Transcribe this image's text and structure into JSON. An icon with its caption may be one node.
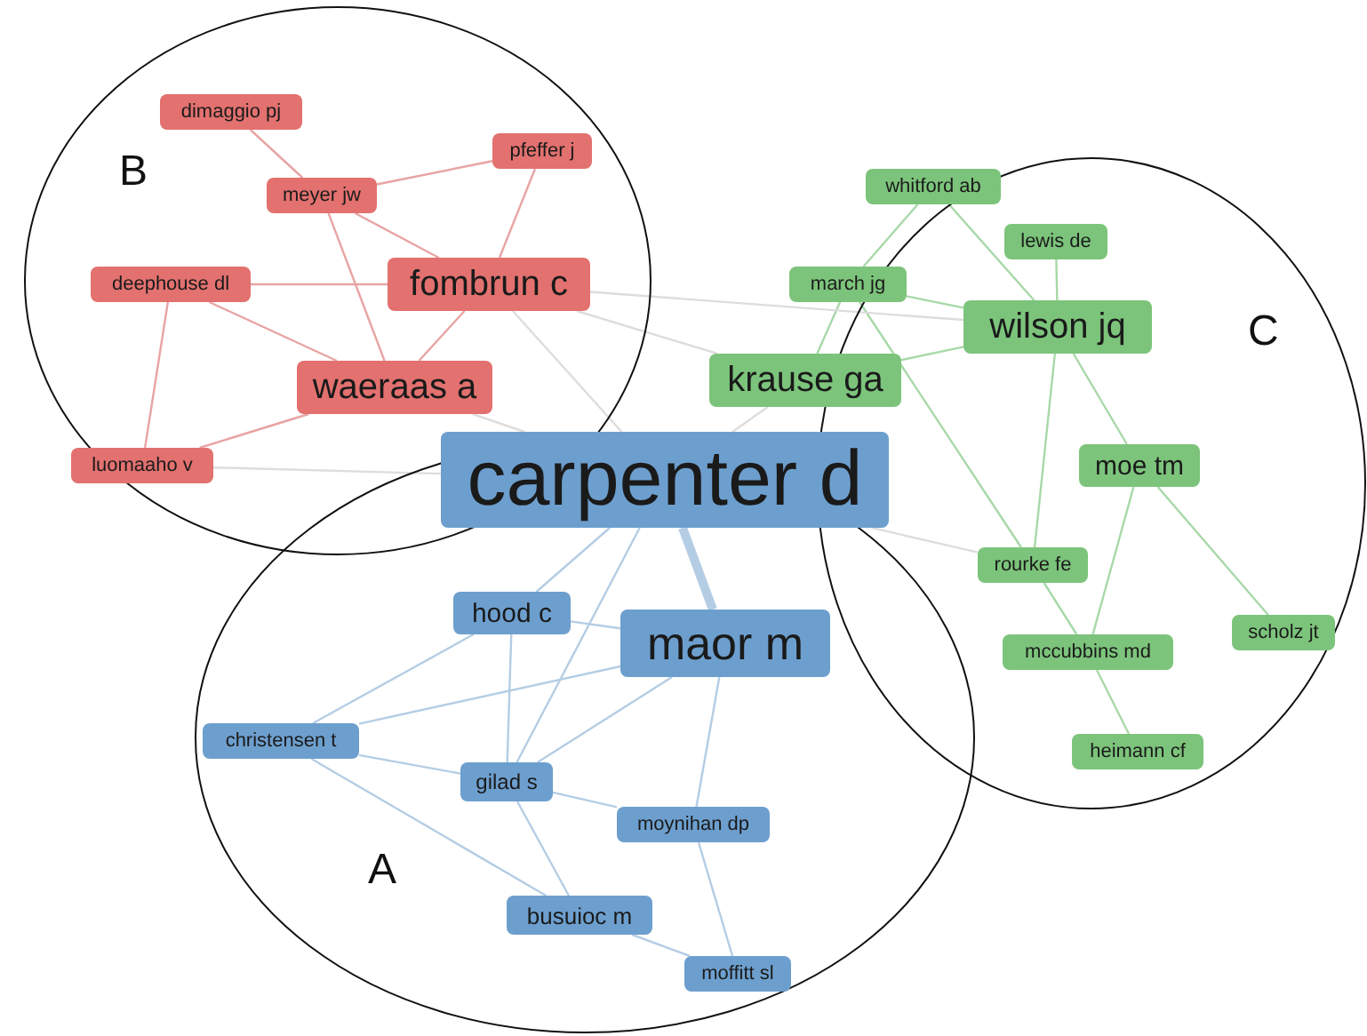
{
  "diagram": {
    "nodes": [
      {
        "text": [
          "dimaggio pj"
        ]
      },
      {
        "text": [
          "pfeffer j"
        ]
      },
      {
        "text": [
          "meyer jw"
        ]
      },
      {
        "text": [
          "deephouse dl"
        ]
      },
      {
        "text": [
          "fombrun c"
        ]
      },
      {
        "text": [
          "waeraas a"
        ]
      },
      {
        "text": [
          "luomaaho v"
        ]
      },
      {
        "text": [
          "whitford ab"
        ]
      },
      {
        "text": [
          "lewis de"
        ]
      },
      {
        "text": [
          "march jg"
        ]
      },
      {
        "text": [
          "wilson jq"
        ]
      },
      {
        "text": [
          "krause ga"
        ]
      },
      {
        "text": [
          "carpenter d"
        ]
      },
      {
        "text": [
          "moe tm"
        ]
      },
      {
        "text": [
          "rourke fe"
        ]
      },
      {
        "text": [
          "hood c"
        ]
      },
      {
        "text": [
          "maor m"
        ]
      },
      {
        "text": [
          "christensen t"
        ]
      },
      {
        "text": [
          "scholz jt"
        ]
      },
      {
        "text": [
          "mccubbins md"
        ]
      },
      {
        "text": [
          "gilad s"
        ]
      },
      {
        "text": [
          "moynihan dp"
        ]
      },
      {
        "text": [
          "heimann cf"
        ]
      },
      {
        "text": [
          "busuioc m"
        ]
      },
      {
        "text": [
          "moffitt sl"
        ]
      }
    ],
    "edges": [
      {
        "from": 0,
        "to": 2,
        "arrow": "none",
        "color": "#e8a4a4"
      },
      {
        "from": 1,
        "to": 2,
        "arrow": "none",
        "color": "#e8a4a4"
      },
      {
        "from": 1,
        "to": 4,
        "arrow": "none",
        "color": "#e8a4a4"
      },
      {
        "from": 2,
        "to": 4,
        "arrow": "none",
        "color": "#e8a4a4"
      },
      {
        "from": 2,
        "to": 5,
        "arrow": "none",
        "color": "#e8a4a4"
      },
      {
        "from": 3,
        "to": 4,
        "arrow": "none",
        "color": "#e8a4a4"
      },
      {
        "from": 3,
        "to": 5,
        "arrow": "none",
        "color": "#e8a4a4"
      },
      {
        "from": 3,
        "to": 6,
        "arrow": "none",
        "color": "#e8a4a4"
      },
      {
        "from": 4,
        "to": 5,
        "arrow": "none",
        "color": "#e8a4a4"
      },
      {
        "from": 5,
        "to": 6,
        "arrow": "none",
        "color": "#e8a4a4"
      },
      {
        "from": 4,
        "to": 12,
        "arrow": "none",
        "color": "#dddddd"
      },
      {
        "from": 5,
        "to": 12,
        "arrow": "none",
        "color": "#dddddd"
      },
      {
        "from": 7,
        "to": 9,
        "arrow": "none",
        "color": "#a8d8a8"
      },
      {
        "from": 7,
        "to": 10,
        "arrow": "none",
        "color": "#a8d8a8"
      },
      {
        "from": 8,
        "to": 10,
        "arrow": "none",
        "color": "#a8d8a8"
      },
      {
        "from": 9,
        "to": 10,
        "arrow": "none",
        "color": "#a8d8a8"
      },
      {
        "from": 9,
        "to": 11,
        "arrow": "none",
        "color": "#a8d8a8"
      },
      {
        "from": 9,
        "to": 14,
        "arrow": "none",
        "color": "#a8d8a8"
      },
      {
        "from": 10,
        "to": 11,
        "arrow": "none",
        "color": "#a8d8a8"
      },
      {
        "from": 10,
        "to": 13,
        "arrow": "none",
        "color": "#a8d8a8"
      },
      {
        "from": 10,
        "to": 14,
        "arrow": "none",
        "color": "#a8d8a8"
      },
      {
        "from": 11,
        "to": 12,
        "arrow": "none",
        "color": "#dddddd"
      },
      {
        "from": 13,
        "to": 18,
        "arrow": "none",
        "color": "#a8d8a8"
      },
      {
        "from": 13,
        "to": 19,
        "arrow": "none",
        "color": "#a8d8a8"
      },
      {
        "from": 14,
        "to": 19,
        "arrow": "none",
        "color": "#a8d8a8"
      },
      {
        "from": 19,
        "to": 22,
        "arrow": "none",
        "color": "#a8d8a8"
      },
      {
        "from": 12,
        "to": 16,
        "arrow": "none",
        "style": "thick",
        "color": "#b4cde4"
      },
      {
        "from": 12,
        "to": 15,
        "arrow": "none",
        "color": "#b4cde4"
      },
      {
        "from": 12,
        "to": 20,
        "arrow": "none",
        "color": "#b4cde4"
      },
      {
        "from": 15,
        "to": 16,
        "arrow": "none",
        "color": "#b4cde4"
      },
      {
        "from": 15,
        "to": 17,
        "arrow": "none",
        "color": "#b4cde4"
      },
      {
        "from": 15,
        "to": 20,
        "arrow": "none",
        "color": "#b4cde4"
      },
      {
        "from": 16,
        "to": 17,
        "arrow": "none",
        "color": "#b4cde4"
      },
      {
        "from": 16,
        "to": 20,
        "arrow": "none",
        "color": "#b4cde4"
      },
      {
        "from": 16,
        "to": 21,
        "arrow": "none",
        "color": "#b4cde4"
      },
      {
        "from": 17,
        "to": 20,
        "arrow": "none",
        "color": "#b4cde4"
      },
      {
        "from": 17,
        "to": 23,
        "arrow": "none",
        "color": "#b4cde4"
      },
      {
        "from": 20,
        "to": 21,
        "arrow": "none",
        "color": "#b4cde4"
      },
      {
        "from": 20,
        "to": 23,
        "arrow": "none",
        "color": "#b4cde4"
      },
      {
        "from": 21,
        "to": 24,
        "arrow": "none",
        "color": "#b4cde4"
      },
      {
        "from": 23,
        "to": 24,
        "arrow": "none",
        "color": "#b4cde4"
      },
      {
        "from": 4,
        "to": 10,
        "arrow": "none",
        "color": "#dddddd"
      },
      {
        "from": 4,
        "to": 11,
        "arrow": "none",
        "color": "#dddddd"
      },
      {
        "from": 6,
        "to": 12,
        "arrow": "none",
        "color": "#dddddd"
      },
      {
        "from": 12,
        "to": 14,
        "arrow": "none",
        "color": "#dddddd"
      }
    ],
    "labels": [
      "B",
      "C",
      "A"
    ]
  }
}
